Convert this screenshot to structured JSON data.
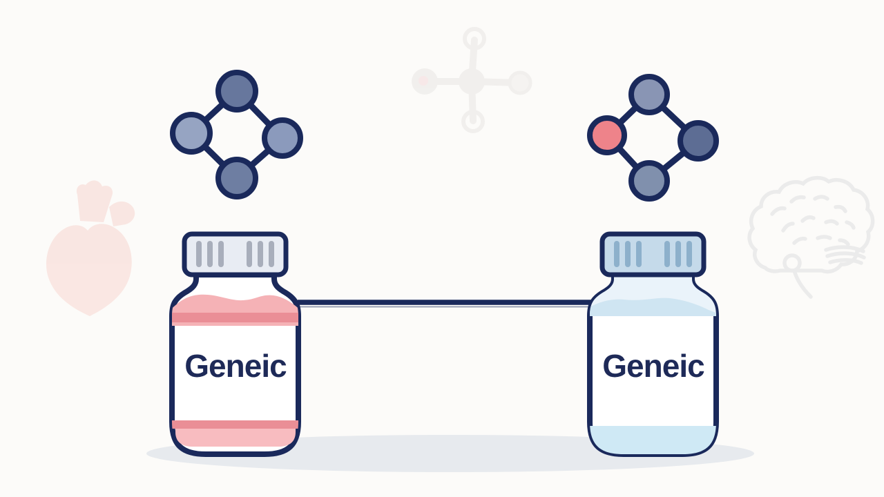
{
  "background": {
    "color": "#fcfbf9",
    "shadow_color": "#e7eaee"
  },
  "connector": {
    "color": "#1a295b"
  },
  "outline_color": "#1a295b",
  "label_color": "#1e2a58",
  "bottles": {
    "left": {
      "label": "Geneic",
      "body_color": "#ffffff",
      "cap_color": "#e8ecf3",
      "cap_ridge_color": "#a8aebb",
      "liquid_top_color": "#f5b2b6",
      "stripe_color": "#ea8e96",
      "liquid_bottom_color": "#f8bcc0"
    },
    "right": {
      "label": "Geneic",
      "body_color": "#ffffff",
      "cap_color": "#c5daea",
      "cap_ridge_color": "#8db0cb",
      "shoulder_color": "#eaf3fa",
      "liquid_top_color": "#cfe5f2",
      "liquid_bottom_color": "#cfe9f5"
    }
  },
  "molecules": {
    "left": {
      "atoms": [
        {
          "position": "top",
          "color": "#67779d"
        },
        {
          "position": "left",
          "color": "#96a4c2"
        },
        {
          "position": "right",
          "color": "#8b9abc"
        },
        {
          "position": "bottom",
          "color": "#6e7ea2"
        }
      ]
    },
    "right": {
      "atoms": [
        {
          "position": "top",
          "color": "#8995b4"
        },
        {
          "position": "left",
          "color": "#ee838a"
        },
        {
          "position": "right",
          "color": "#5d6d94"
        },
        {
          "position": "bottom",
          "color": "#8090ad"
        }
      ]
    },
    "center_faded": {
      "color": "#f0eeec",
      "fill_light": "#f5f3f1",
      "accent_color": "#f7e6e7"
    }
  },
  "background_icons": {
    "heart_color": "#f9e2dd",
    "brain_color": "#ebebeb"
  }
}
